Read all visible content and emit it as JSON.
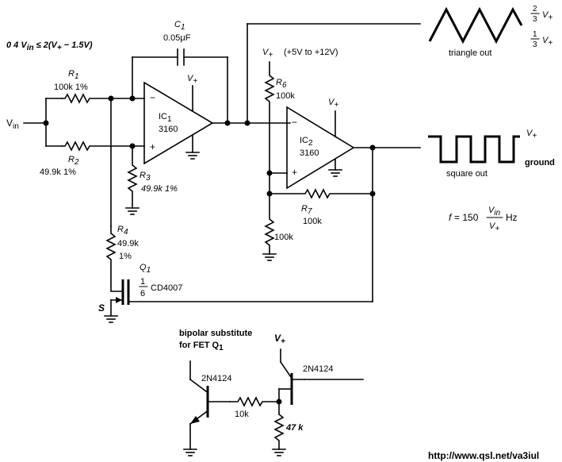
{
  "condition": {
    "pre": "0  4 ",
    "v": "V",
    "vsub": "in",
    "rest": " ≤ 2(V",
    "plus": "+",
    "tail": " − 1.5V)"
  },
  "input_label": {
    "v": "V",
    "sub": "in"
  },
  "r1": {
    "name": "R",
    "sub": "1",
    "value": "100k 1%"
  },
  "r2": {
    "name": "R",
    "sub": "2",
    "value": "49.9k 1%"
  },
  "r3": {
    "name": "R",
    "sub": "3",
    "value": "49.9k 1%"
  },
  "r4": {
    "name": "R",
    "sub": "4",
    "value1": "49.9k",
    "value2": "1%"
  },
  "r6": {
    "name": "R",
    "sub": "6",
    "value": "100k"
  },
  "r7": {
    "name": "R",
    "sub": "7",
    "value": "100k"
  },
  "r8": {
    "value": "100k"
  },
  "c1": {
    "name": "C",
    "sub": "1",
    "value": "0.05μF"
  },
  "ic1": {
    "name": "IC",
    "sub": "1",
    "part": "3160",
    "minus": "−",
    "plus": "+"
  },
  "ic2": {
    "name": "IC",
    "sub": "2",
    "part": "3160",
    "minus": "−",
    "plus": "+"
  },
  "supply": {
    "v": "V",
    "plus": "+",
    "range": "(+5V to +12V)"
  },
  "q1": {
    "name": "Q",
    "sub": "1",
    "frac_top": "1",
    "frac_bottom": "6",
    "part": "CD4007",
    "source": "S"
  },
  "triangle": {
    "label": "triangle out",
    "top_num": "2",
    "top_den": "3",
    "bot_num": "1",
    "bot_den": "3",
    "v": "V",
    "plus": "+"
  },
  "square": {
    "label": "square out",
    "ground": "ground",
    "v": "V",
    "plus": "+"
  },
  "formula": {
    "f": "f",
    "eq": " = 150",
    "num_v": "V",
    "num_sub": "in",
    "den_v": "V",
    "den_sub": "+",
    "unit": "Hz"
  },
  "bipolar": {
    "line1": "bipolar substitute",
    "line2": "for FET Q",
    "line2_sub": "1",
    "q_left": "2N4124",
    "q_right": "2N4124",
    "r_series": "10k",
    "r_shunt": "47 k",
    "v": "V",
    "plus": "+"
  },
  "url": "http://www.qsl.net/va3iul"
}
